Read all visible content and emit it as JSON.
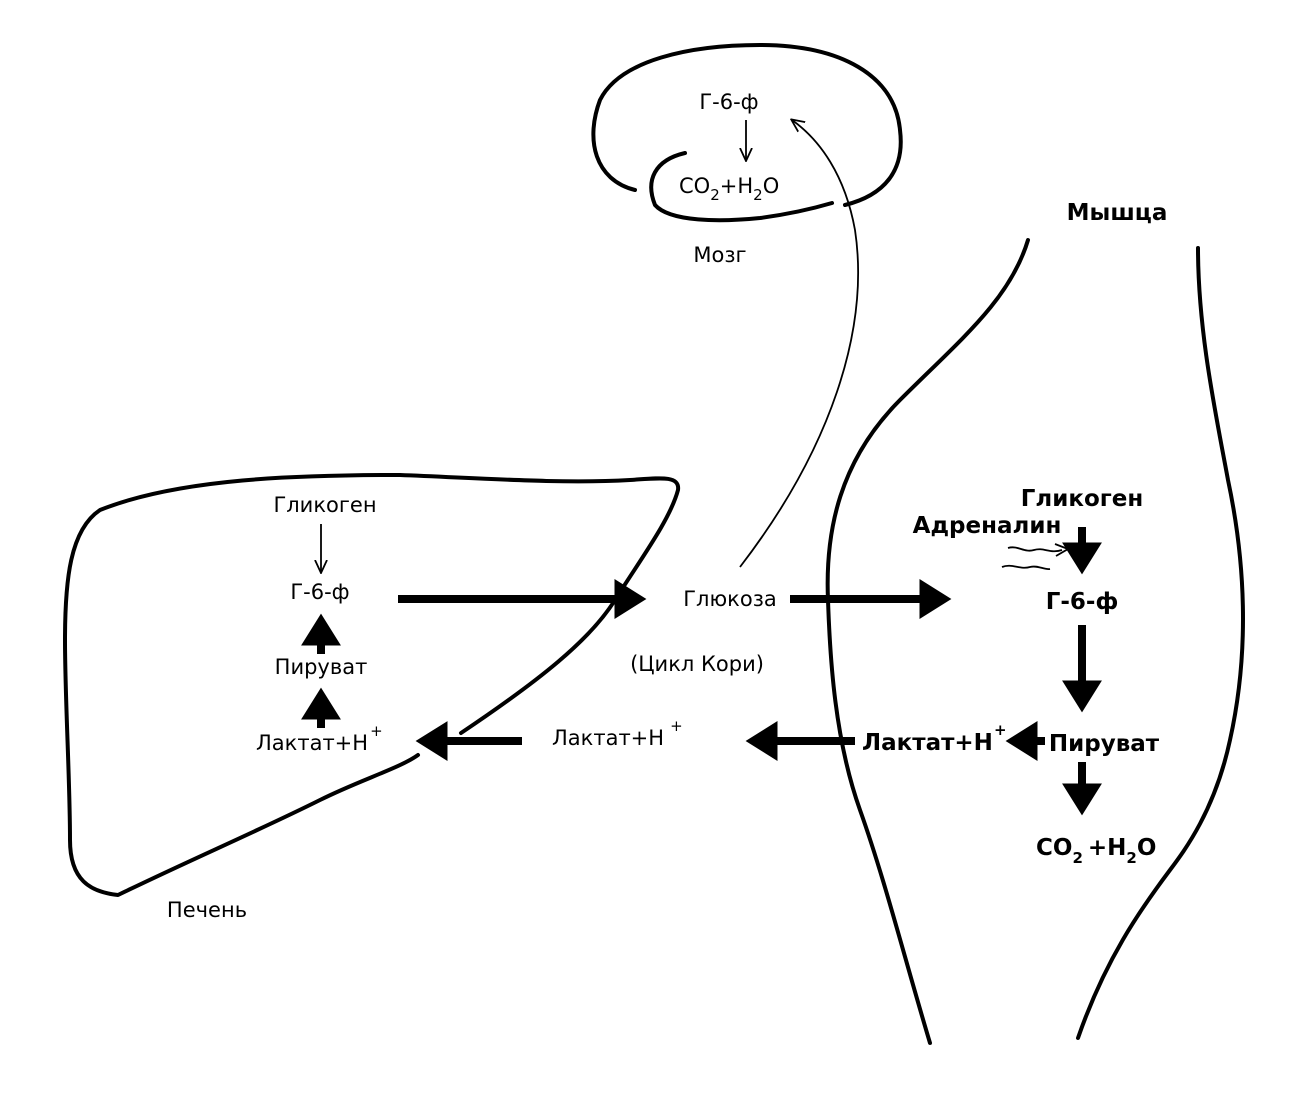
{
  "organs": {
    "brain": "Мозг",
    "muscle": "Мышца",
    "liver": "Печень"
  },
  "brain": {
    "g6p": "Г-6-ф",
    "co2": "CO",
    "co2_sub": "2",
    "plus": "+",
    "h2o_h": "H",
    "h2o_sub": "2",
    "h2o_o": "O"
  },
  "liver": {
    "glycogen": "Гликоген",
    "g6p": "Г-6-ф",
    "pyruvate": "Пируват",
    "lactate": "Лактат+Н",
    "lactate_sup": "+"
  },
  "blood": {
    "glucose": "Глюкоза",
    "cycle": "(Цикл Кори)",
    "lactate": "Лактат+Н",
    "lactate_sup": "+"
  },
  "muscle": {
    "glycogen": "Гликоген",
    "adrenaline": "Адреналин",
    "g6p": "Г-6-ф",
    "pyruvate": "Пируват",
    "lactate": "Лактат+Н",
    "lactate_sup": "+",
    "co2": "CO",
    "co2_sub": "2",
    "plus": "+",
    "h2o_h": "H",
    "h2o_sub": "2",
    "h2o_o": "O"
  },
  "colors": {
    "ink": "#000000",
    "background": "#ffffff"
  }
}
